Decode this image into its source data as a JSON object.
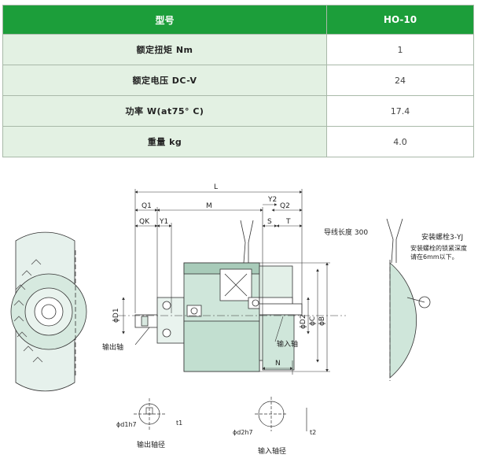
{
  "table": {
    "header": {
      "label": "型号",
      "value": "HO-10"
    },
    "rows": [
      {
        "label": "额定扭矩 Nm",
        "value": "1"
      },
      {
        "label": "额定电压 DC-V",
        "value": "24"
      },
      {
        "label": "功率 W(at75° C)",
        "value": "17.4"
      },
      {
        "label": "重量 kg",
        "value": "4.0"
      }
    ]
  },
  "drawing": {
    "dims": {
      "L": "L",
      "M": "M",
      "Q1": "Q1",
      "QK": "QK",
      "Y1": "Y1",
      "Y2": "Y2",
      "Q2": "Q2",
      "S": "S",
      "T": "T",
      "N": "N",
      "D1": "ϕD1",
      "D2": "ϕD2",
      "C": "ϕC",
      "B": "ϕB",
      "d1": "ϕd1h7",
      "t1": "t1",
      "d2": "ϕd2h7",
      "t2": "t2"
    },
    "labels": {
      "output_shaft": "输出轴",
      "input_shaft": "输入轴",
      "output_shaft_dia": "输出轴径",
      "input_shaft_dia": "输入轴径",
      "lead_length": "导线长度 300",
      "mount_bolt": "安装螺栓3-YJ",
      "note_line1": "安装螺栓的锁紧深度",
      "note_line2": "请在6mm以下。"
    },
    "colors": {
      "body": "#cfe6da",
      "body_dark": "#a8cbb9",
      "line": "#333333",
      "green_head": "#1c9e3a"
    }
  }
}
